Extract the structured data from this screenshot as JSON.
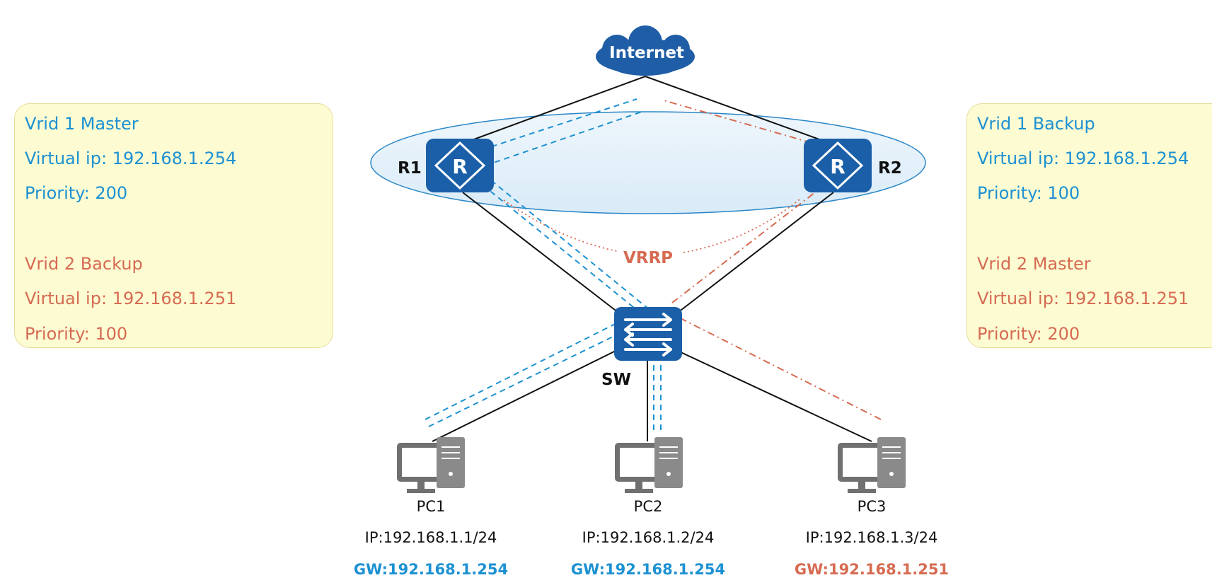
{
  "colors": {
    "master_blue": "#1d91d2",
    "backup_red": "#d66b52",
    "device_blue": "#1a5fa8",
    "box_bg": "#fdfbd2",
    "pc_gray": "#707070"
  },
  "internet": {
    "label": "Internet",
    "icon": "cloud-icon"
  },
  "vrrp_label": "VRRP",
  "routers": [
    {
      "label": "R1",
      "icon": "router-icon"
    },
    {
      "label": "R2",
      "icon": "router-icon"
    }
  ],
  "switch": {
    "label": "SW",
    "icon": "switch-icon"
  },
  "left_box": {
    "vrid1_role": "Vrid 1 Master",
    "vrid1_vip": "Virtual ip: 192.168.1.254",
    "vrid1_priority": "Priority: 200",
    "vrid2_role": "Vrid 2 Backup",
    "vrid2_vip": "Virtual ip: 192.168.1.251",
    "vrid2_priority": "Priority: 100"
  },
  "right_box": {
    "vrid1_role": "Vrid 1 Backup",
    "vrid1_vip": "Virtual ip: 192.168.1.254",
    "vrid1_priority": "Priority: 100",
    "vrid2_role": "Vrid 2 Master",
    "vrid2_vip": "Virtual ip: 192.168.1.251",
    "vrid2_priority": "Priority: 200"
  },
  "pcs": [
    {
      "name": "PC1",
      "ip": "IP:192.168.1.1/24",
      "gw": "GW:192.168.1.254",
      "icon": "computer-icon"
    },
    {
      "name": "PC2",
      "ip": "IP:192.168.1.2/24",
      "gw": "GW:192.168.1.254",
      "icon": "computer-icon"
    },
    {
      "name": "PC3",
      "ip": "IP:192.168.1.3/24",
      "gw": "GW:192.168.1.251",
      "icon": "computer-icon"
    }
  ]
}
